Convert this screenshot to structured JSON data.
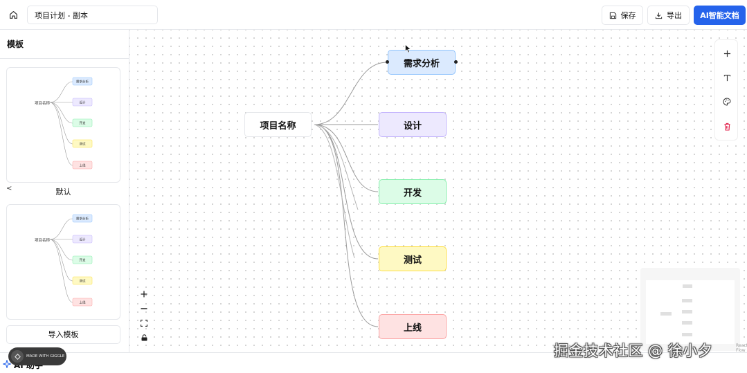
{
  "header": {
    "title_value": "项目计划 - 副本",
    "save_label": "保存",
    "export_label": "导出",
    "ai_label": "AI智能文档",
    "accent_color": "#2563eb"
  },
  "sidebar": {
    "title": "模板",
    "templates": [
      {
        "label": "默认",
        "root": "项目名称",
        "children": [
          "需求分析",
          "设计",
          "开发",
          "测试",
          "上线"
        ]
      },
      {
        "root": "项目名称",
        "children": [
          "需求分析",
          "设计",
          "开发",
          "测试",
          "上线"
        ]
      }
    ],
    "import_label": "导入模板"
  },
  "mindmap": {
    "root": "项目名称",
    "children": [
      {
        "label": "需求分析",
        "color": "#dbeafe"
      },
      {
        "label": "设计",
        "color": "#ede9fe"
      },
      {
        "label": "开发",
        "color": "#dcfce7"
      },
      {
        "label": "测试",
        "color": "#fef9c3"
      },
      {
        "label": "上线",
        "color": "#fee2e2"
      }
    ]
  },
  "toolbar": {
    "icons": [
      "plus-icon",
      "text-icon",
      "palette-icon",
      "trash-icon"
    ]
  },
  "zoom_controls": {
    "icons": [
      "zoom-in-icon",
      "zoom-out-icon",
      "fit-view-icon",
      "lock-icon"
    ]
  },
  "attribution": "React Flow",
  "bottom": {
    "assistant_label": "AI 助手"
  },
  "screen_badge": "MADE WITH GIGGLE",
  "watermark": "掘金技术社区 @ 徐小夕"
}
